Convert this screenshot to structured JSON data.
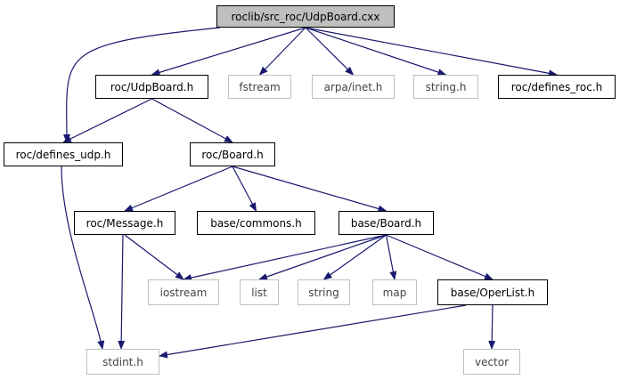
{
  "graph": {
    "edge_color": "#191970",
    "nodes": {
      "root": {
        "label": "roclib/src_roc/UdpBoard.cxx",
        "style": "root"
      },
      "udpboard_h": {
        "label": "roc/UdpBoard.h",
        "style": "solid"
      },
      "fstream": {
        "label": "fstream",
        "style": "light"
      },
      "arpa_inet": {
        "label": "arpa/inet.h",
        "style": "light"
      },
      "string_h": {
        "label": "string.h",
        "style": "light"
      },
      "defines_roc": {
        "label": "roc/defines_roc.h",
        "style": "solid"
      },
      "defines_udp": {
        "label": "roc/defines_udp.h",
        "style": "solid"
      },
      "roc_board": {
        "label": "roc/Board.h",
        "style": "solid"
      },
      "roc_message": {
        "label": "roc/Message.h",
        "style": "solid"
      },
      "base_commons": {
        "label": "base/commons.h",
        "style": "solid"
      },
      "base_board": {
        "label": "base/Board.h",
        "style": "solid"
      },
      "iostream": {
        "label": "iostream",
        "style": "light"
      },
      "list": {
        "label": "list",
        "style": "light"
      },
      "string": {
        "label": "string",
        "style": "light"
      },
      "map": {
        "label": "map",
        "style": "light"
      },
      "base_operlist": {
        "label": "base/OperList.h",
        "style": "solid"
      },
      "stdint": {
        "label": "stdint.h",
        "style": "light"
      },
      "vector": {
        "label": "vector",
        "style": "light"
      }
    },
    "edges": [
      [
        "root",
        "udpboard_h"
      ],
      [
        "root",
        "fstream"
      ],
      [
        "root",
        "arpa_inet"
      ],
      [
        "root",
        "string_h"
      ],
      [
        "root",
        "defines_roc"
      ],
      [
        "root",
        "defines_udp"
      ],
      [
        "udpboard_h",
        "defines_udp"
      ],
      [
        "udpboard_h",
        "roc_board"
      ],
      [
        "defines_udp",
        "stdint"
      ],
      [
        "roc_board",
        "roc_message"
      ],
      [
        "roc_board",
        "base_commons"
      ],
      [
        "roc_board",
        "base_board"
      ],
      [
        "roc_message",
        "iostream"
      ],
      [
        "roc_message",
        "stdint"
      ],
      [
        "base_board",
        "iostream"
      ],
      [
        "base_board",
        "list"
      ],
      [
        "base_board",
        "string"
      ],
      [
        "base_board",
        "map"
      ],
      [
        "base_board",
        "base_operlist"
      ],
      [
        "base_operlist",
        "stdint"
      ],
      [
        "base_operlist",
        "vector"
      ]
    ]
  }
}
